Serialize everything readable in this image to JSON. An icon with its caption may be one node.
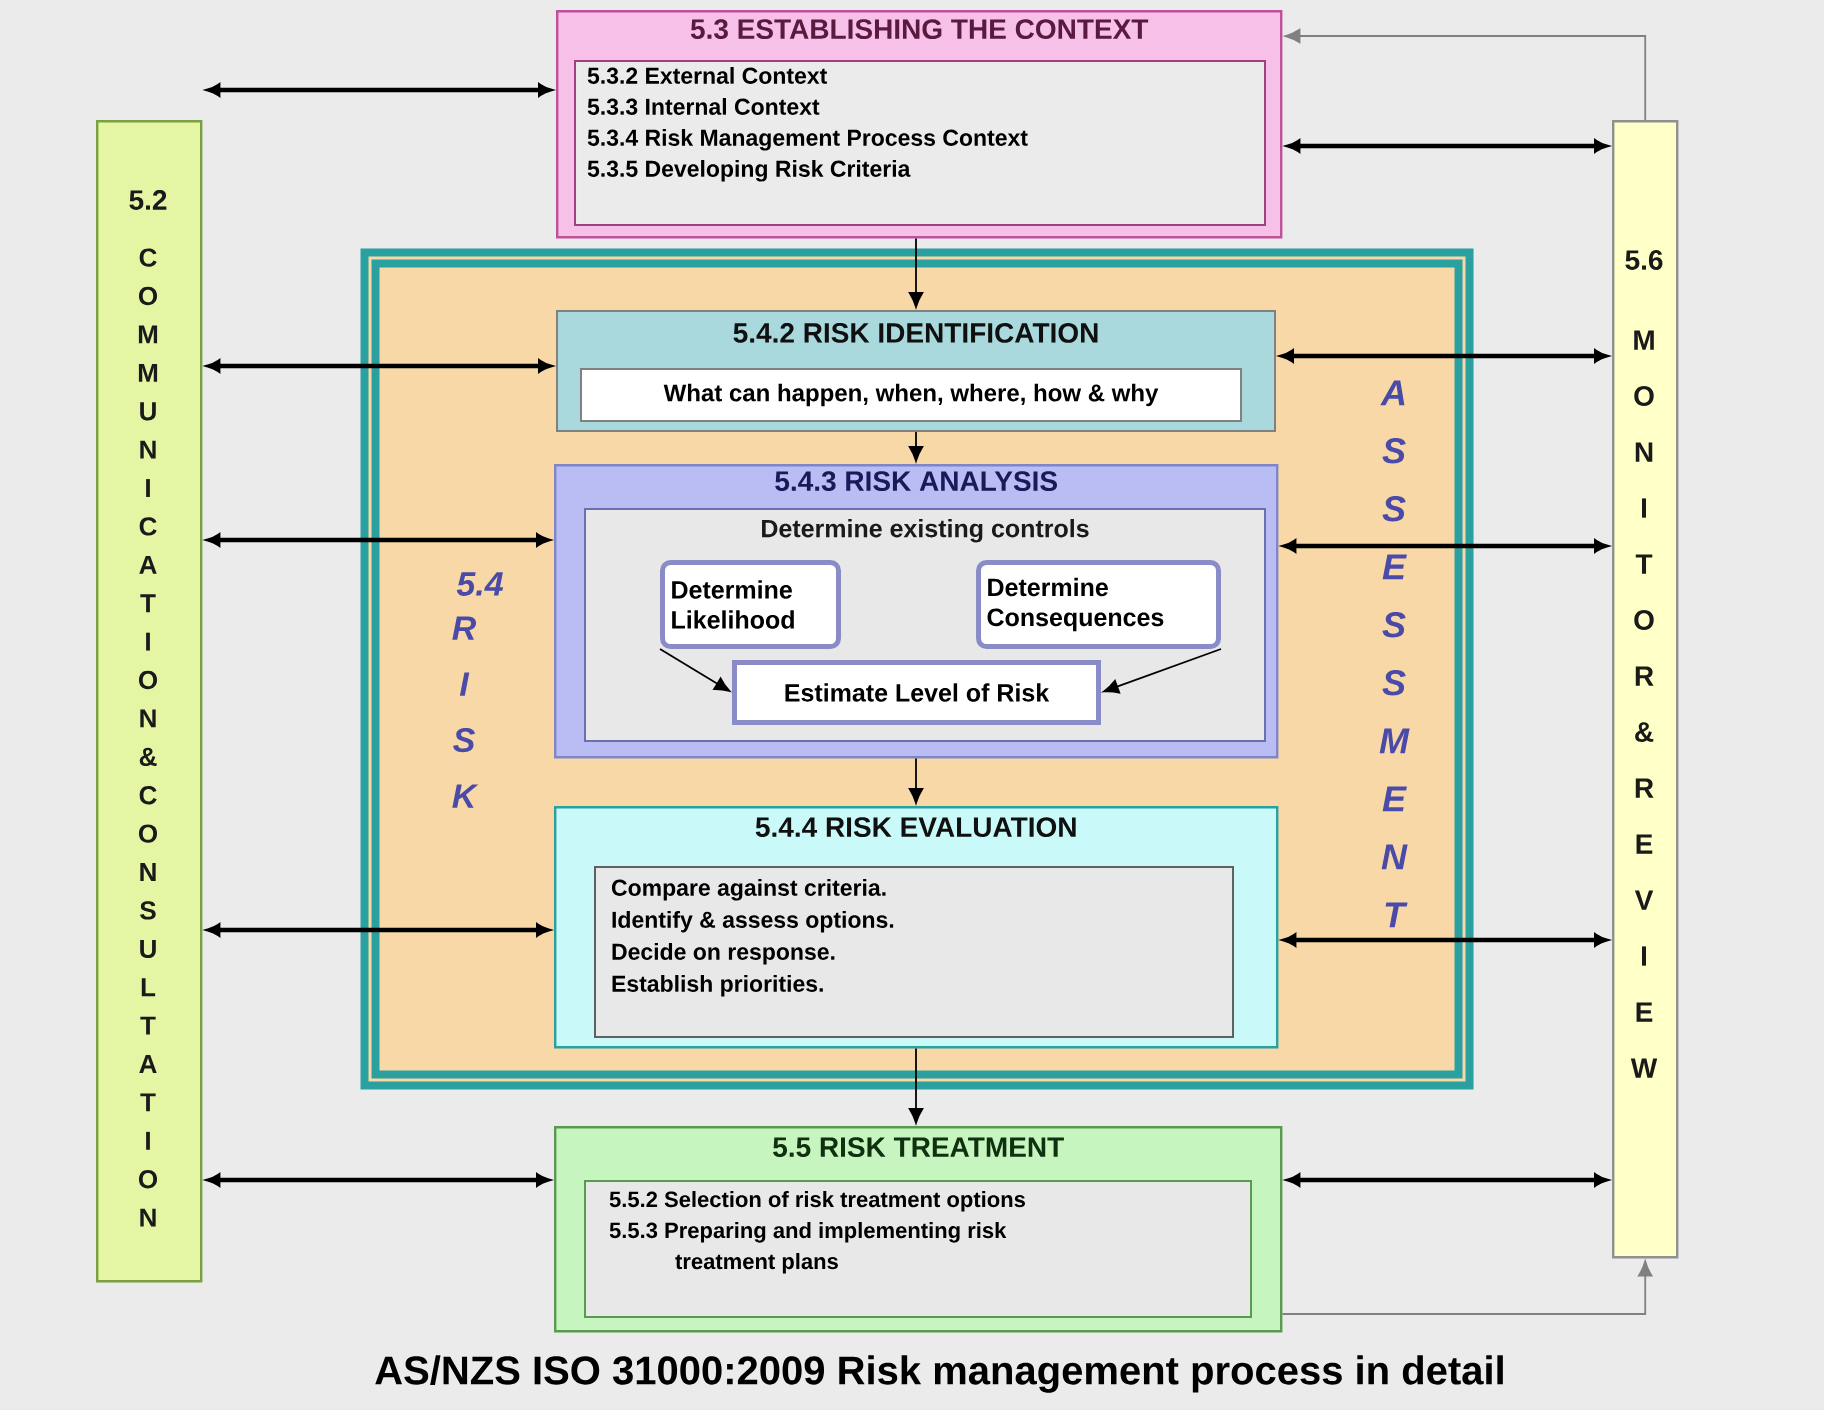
{
  "diagram": {
    "caption": "AS/NZS ISO 31000:2009 Risk management process in detail",
    "nodes": [
      {
        "text": [
          "5.3 ESTABLISHING THE CONTEXT"
        ]
      },
      {
        "text": [
          "5.3.2 External Context",
          "5.3.3 Internal Context",
          "5.3.4 Risk Management Process Context",
          "5.3.5 Developing Risk Criteria"
        ],
        "in": 0
      },
      {
        "text": [
          "5.2",
          "COMMUNICATION & CONSULTATION"
        ]
      },
      {
        "text": [
          "5.6",
          "MONITOR & REVIEW"
        ]
      },
      {
        "text": [
          "5.4",
          "RISK",
          "ASSESSMENT"
        ]
      },
      {
        "text": [
          "5.4.2 RISK IDENTIFICATION"
        ],
        "in": 4
      },
      {
        "text": [
          "What can happen, when, where, how & why"
        ],
        "in": 5
      },
      {
        "text": [
          "5.4.3 RISK ANALYSIS"
        ],
        "in": 4
      },
      {
        "text": [
          "Determine existing controls"
        ],
        "in": 7
      },
      {
        "text": [
          "Determine Likelihood"
        ],
        "in": 8
      },
      {
        "text": [
          "Determine Consequences"
        ],
        "in": 8
      },
      {
        "text": [
          "Estimate Level of Risk"
        ],
        "in": 8
      },
      {
        "text": [
          "5.4.4 RISK EVALUATION"
        ],
        "in": 4
      },
      {
        "text": [
          "Compare against criteria.",
          "Identify & assess options.",
          "Decide on response.",
          "Establish priorities."
        ],
        "in": 12
      },
      {
        "text": [
          "5.5 RISK TREATMENT"
        ]
      },
      {
        "text": [
          "5.5.2 Selection of risk treatment options",
          "5.5.3 Preparing and implementing risk treatment plans"
        ],
        "in": 14
      }
    ],
    "edges": [
      {
        "from": 0,
        "to": 5,
        "arrow": "to"
      },
      {
        "from": 5,
        "to": 7,
        "arrow": "to"
      },
      {
        "from": 7,
        "to": 12,
        "arrow": "to"
      },
      {
        "from": 12,
        "to": 14,
        "arrow": "to"
      },
      {
        "from": 9,
        "to": 11,
        "arrow": "to"
      },
      {
        "from": 10,
        "to": 11,
        "arrow": "to"
      },
      {
        "from": 2,
        "to": 0,
        "arrow": "both"
      },
      {
        "from": 0,
        "to": 3,
        "arrow": "both"
      },
      {
        "from": 2,
        "to": 5,
        "arrow": "both"
      },
      {
        "from": 5,
        "to": 3,
        "arrow": "both"
      },
      {
        "from": 2,
        "to": 7,
        "arrow": "both"
      },
      {
        "from": 7,
        "to": 3,
        "arrow": "both"
      },
      {
        "from": 2,
        "to": 12,
        "arrow": "both"
      },
      {
        "from": 12,
        "to": 3,
        "arrow": "both"
      },
      {
        "from": 2,
        "to": 14,
        "arrow": "both"
      },
      {
        "from": 14,
        "to": 3,
        "arrow": "both"
      },
      {
        "from": 3,
        "to": 0,
        "arrow": "to",
        "color": "#808080"
      },
      {
        "from": 14,
        "to": 3,
        "arrow": "to",
        "color": "#808080"
      }
    ]
  }
}
